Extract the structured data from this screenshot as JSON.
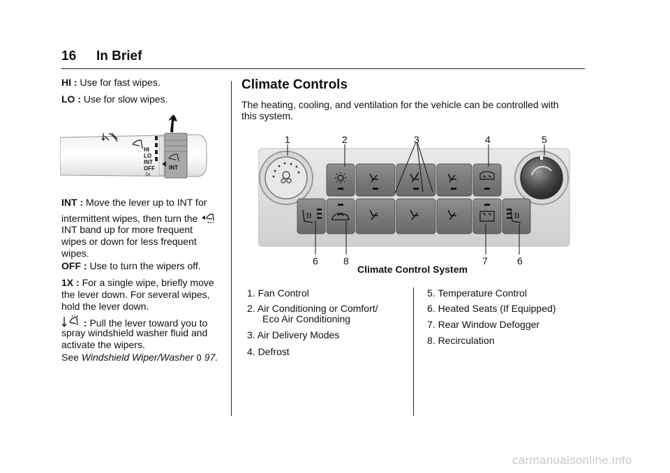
{
  "header": {
    "page_number": "16",
    "title": "In Brief"
  },
  "left": {
    "hi": {
      "term": "HI :",
      "text": "Use for fast wipes."
    },
    "lo": {
      "term": "LO :",
      "text": "Use for slow wipes."
    },
    "stalk_labels": {
      "hi": "HI",
      "lo": "LO",
      "int": "INT",
      "off": "OFF",
      "one_x": "1x",
      "int_band": "INT"
    },
    "int": {
      "term": "INT :",
      "line1": "Move the lever up to INT for",
      "line2": "intermittent wipes, then turn the",
      "line3": "INT band up for more frequent",
      "line4": "wipes or down for less frequent",
      "line5": "wipes."
    },
    "off": {
      "term": "OFF :",
      "text": "Use to turn the wipers off."
    },
    "onex": {
      "term": "1X :",
      "line1": "For a single wipe, briefly move",
      "line2": "the lever down. For several wipes,",
      "line3": "hold the lever down."
    },
    "washer": {
      "term": ":",
      "line1": "Pull the lever toward you to",
      "line2": "spray windshield washer fluid and",
      "line3": "activate the wipers."
    },
    "see": {
      "prefix": "See",
      "ref": "Windshield Wiper/Washer",
      "arrow": "0",
      "page": "97."
    }
  },
  "right": {
    "title": "Climate Controls",
    "intro1": "The heating, cooling, and ventilation for the vehicle can be controlled with",
    "intro2": "this system.",
    "callouts_top": [
      "1",
      "2",
      "3",
      "4",
      "5"
    ],
    "callouts_bottom": [
      "6",
      "8",
      "7",
      "6"
    ],
    "caption": "Climate Control System",
    "list_left": [
      "1. Fan Control",
      "2. Air Conditioning or Comfort/",
      "Eco Air Conditioning",
      "3. Air Delivery Modes",
      "4. Defrost"
    ],
    "list_right": [
      "5. Temperature Control",
      "6. Heated Seats (If Equipped)",
      "7. Rear Window Defogger",
      "8. Recirculation"
    ]
  },
  "watermark": "carmanualsonline.info",
  "icons": [
    "wiper-icon",
    "washer-icon",
    "fan-icon",
    "sun-icon",
    "defrost-icon",
    "heated-seat-icon",
    "recirculation-icon",
    "rear-defog-icon",
    "air-mode-icon"
  ]
}
